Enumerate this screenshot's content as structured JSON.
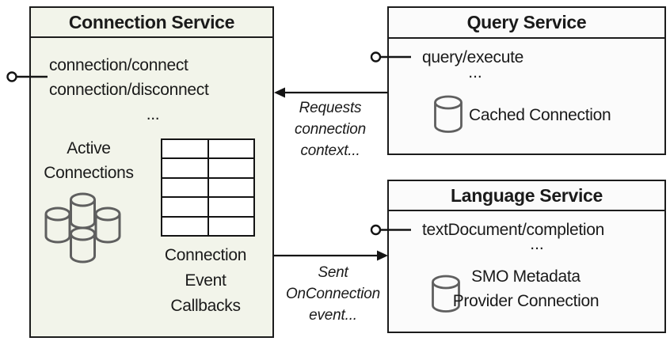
{
  "colors": {
    "page_bg": "#ffffff",
    "box_border": "#1c1c1c",
    "text": "#1a1a1a",
    "connection_box_fill": "#f2f4ea",
    "service_box_fill": "#fbfbfb",
    "cylinder_stroke": "#5f5f5f",
    "table_cell_fill": "#ffffff"
  },
  "connection_service": {
    "title": "Connection Service",
    "method_line1": "connection/connect",
    "method_line2": "connection/disconnect",
    "method_ellipsis": "...",
    "active_line1": "Active",
    "active_line2": "Connections",
    "callbacks_line1": "Connection",
    "callbacks_line2": "Event",
    "callbacks_line3": "Callbacks"
  },
  "query_service": {
    "title": "Query Service",
    "method_line1": "query/execute",
    "method_ellipsis": "...",
    "cache_label": "Cached Connection"
  },
  "language_service": {
    "title": "Language Service",
    "method_line1": "textDocument/completion",
    "method_ellipsis": "...",
    "smo_line1": "SMO Metadata",
    "smo_line2": "Provider Connection"
  },
  "arrows": {
    "requests": {
      "line1": "Requests",
      "line2": "connection",
      "line3": "context..."
    },
    "on_connection": {
      "line1": "Sent",
      "line2": "OnConnection",
      "line3": "event..."
    }
  }
}
